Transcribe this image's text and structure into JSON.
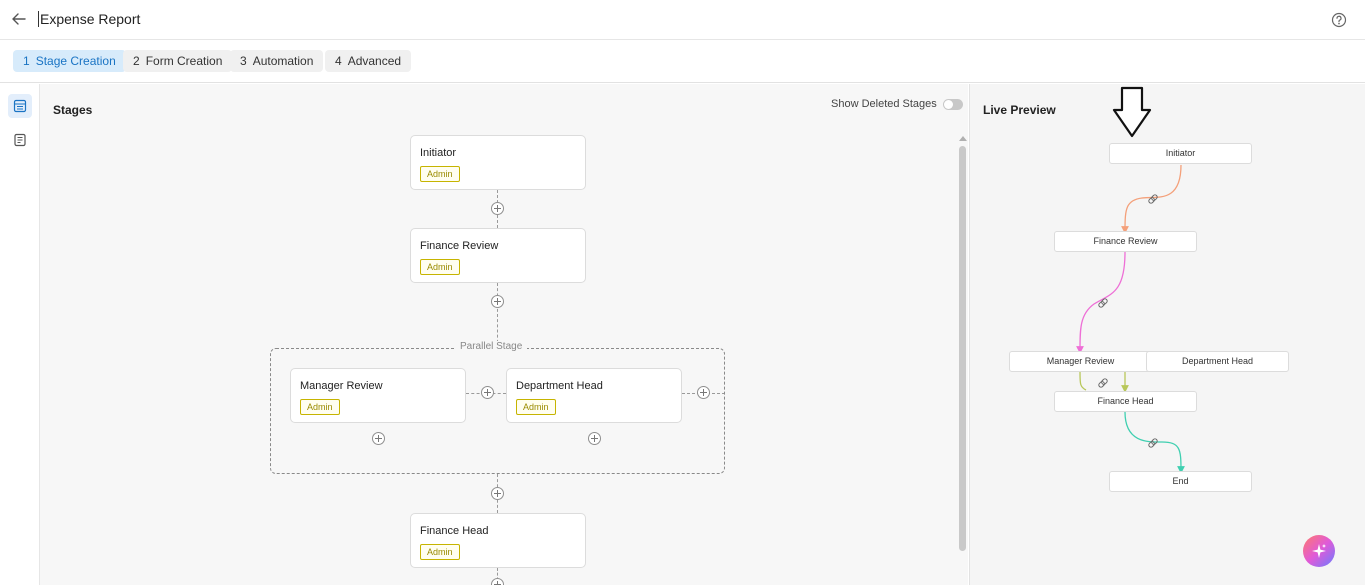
{
  "header": {
    "title": "Expense Report"
  },
  "tabs": [
    {
      "num": "1",
      "label": "Stage Creation"
    },
    {
      "num": "2",
      "label": "Form Creation"
    },
    {
      "num": "3",
      "label": "Automation"
    },
    {
      "num": "4",
      "label": "Advanced"
    }
  ],
  "canvas": {
    "title": "Stages",
    "show_deleted_label": "Show Deleted Stages",
    "parallel_label": "Parallel Stage",
    "stages": [
      {
        "name": "Initiator",
        "badge": "Admin"
      },
      {
        "name": "Finance Review",
        "badge": "Admin"
      },
      {
        "name": "Manager Review",
        "badge": "Admin"
      },
      {
        "name": "Department Head",
        "badge": "Admin"
      },
      {
        "name": "Finance Head",
        "badge": "Admin"
      }
    ]
  },
  "preview": {
    "title": "Live Preview",
    "nodes": [
      "Initiator",
      "Finance Review",
      "Manager Review",
      "Department Head",
      "Finance Head",
      "End"
    ]
  },
  "colors": {
    "accent": "#1a74c4",
    "badge": "#c6b400",
    "edge1": "#f4a07a",
    "edge2": "#ee6fd6",
    "edge3": "#b8c75a",
    "edge4": "#3fcfb0"
  }
}
